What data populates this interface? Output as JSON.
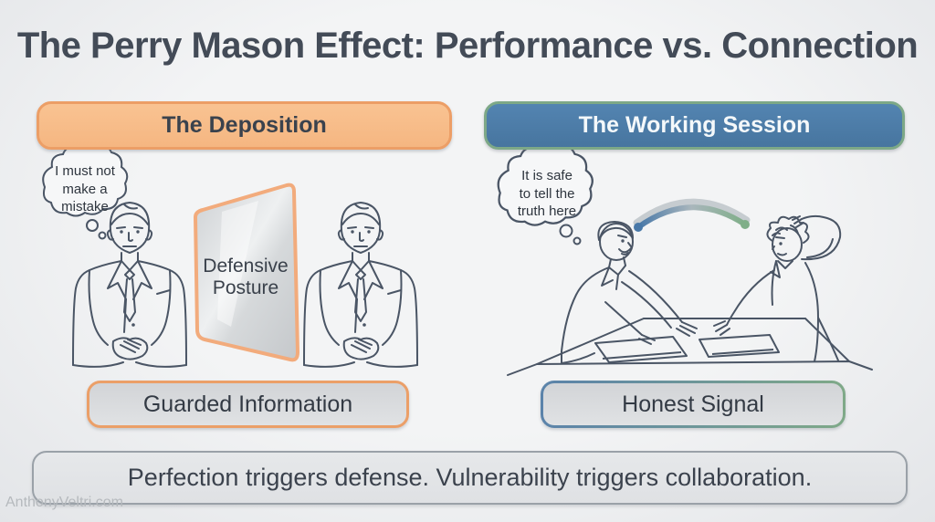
{
  "title": "The Perry Mason Effect: Performance vs. Connection",
  "watermark": "AnthonyVeltri.com",
  "left_panel": {
    "header_label": "The Deposition",
    "thought_bubble_text": "I must not\nmake a\nmistake",
    "barrier_label": "Defensive\nPosture",
    "footer_label": "Guarded Information",
    "accent_color": "#EC9E66"
  },
  "right_panel": {
    "header_label": "The Working Session",
    "thought_bubble_text": "It is safe\nto tell the\ntruth here",
    "footer_label": "Honest Signal",
    "accent_color": "#4D7DAC",
    "connection_colors": {
      "start": "#4878A8",
      "end": "#7FAE88"
    }
  },
  "bottom_banner": {
    "text": "Perfection triggers defense. Vulnerability triggers collaboration."
  }
}
